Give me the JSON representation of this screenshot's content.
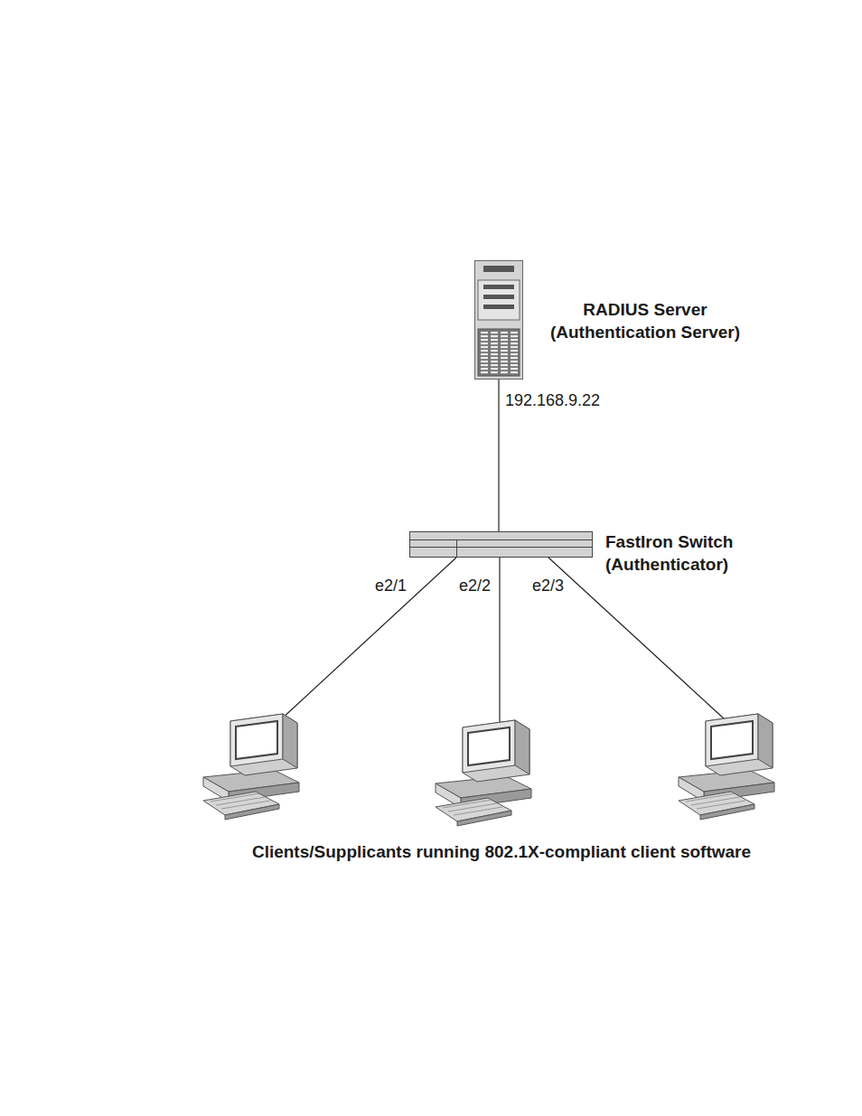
{
  "diagram": {
    "nodes": [
      {
        "text": [
          "RADIUS Server (Authentication Server)"
        ]
      },
      {
        "text": [
          "FastIron Switch (Authenticator)"
        ]
      }
    ],
    "edges": [
      {
        "from": 0,
        "to": 1,
        "arrow": "none",
        "label": "192.168.9.22"
      }
    ],
    "labels": [
      "e2/1",
      "e2/2",
      "e2/3",
      "Clients/Supplicants running 802.1X-compliant client software"
    ]
  }
}
